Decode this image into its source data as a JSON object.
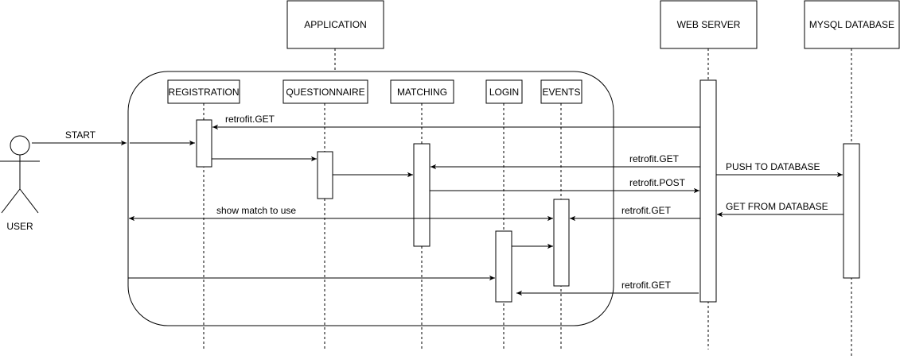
{
  "actor": {
    "label": "USER"
  },
  "participants": {
    "application": "APPLICATION",
    "web_server": "WEB SERVER",
    "mysql_database": "MYSQL DATABASE"
  },
  "modules": {
    "registration": "REGISTRATION",
    "questionnaire": "QUESTIONNAIRE",
    "matching": "MATCHING",
    "login": "LOGIN",
    "events": "EVENTS"
  },
  "messages": {
    "start": "START",
    "registration_get": "retrofit.GET",
    "matching_get": "retrofit.GET",
    "push_to_database": "PUSH TO DATABASE",
    "matching_post": "retrofit.POST",
    "show_match": "show match to  use",
    "events_get": "retrofit.GET",
    "get_from_database": "GET FROM DATABASE",
    "login_get": "retrofit.GET"
  }
}
